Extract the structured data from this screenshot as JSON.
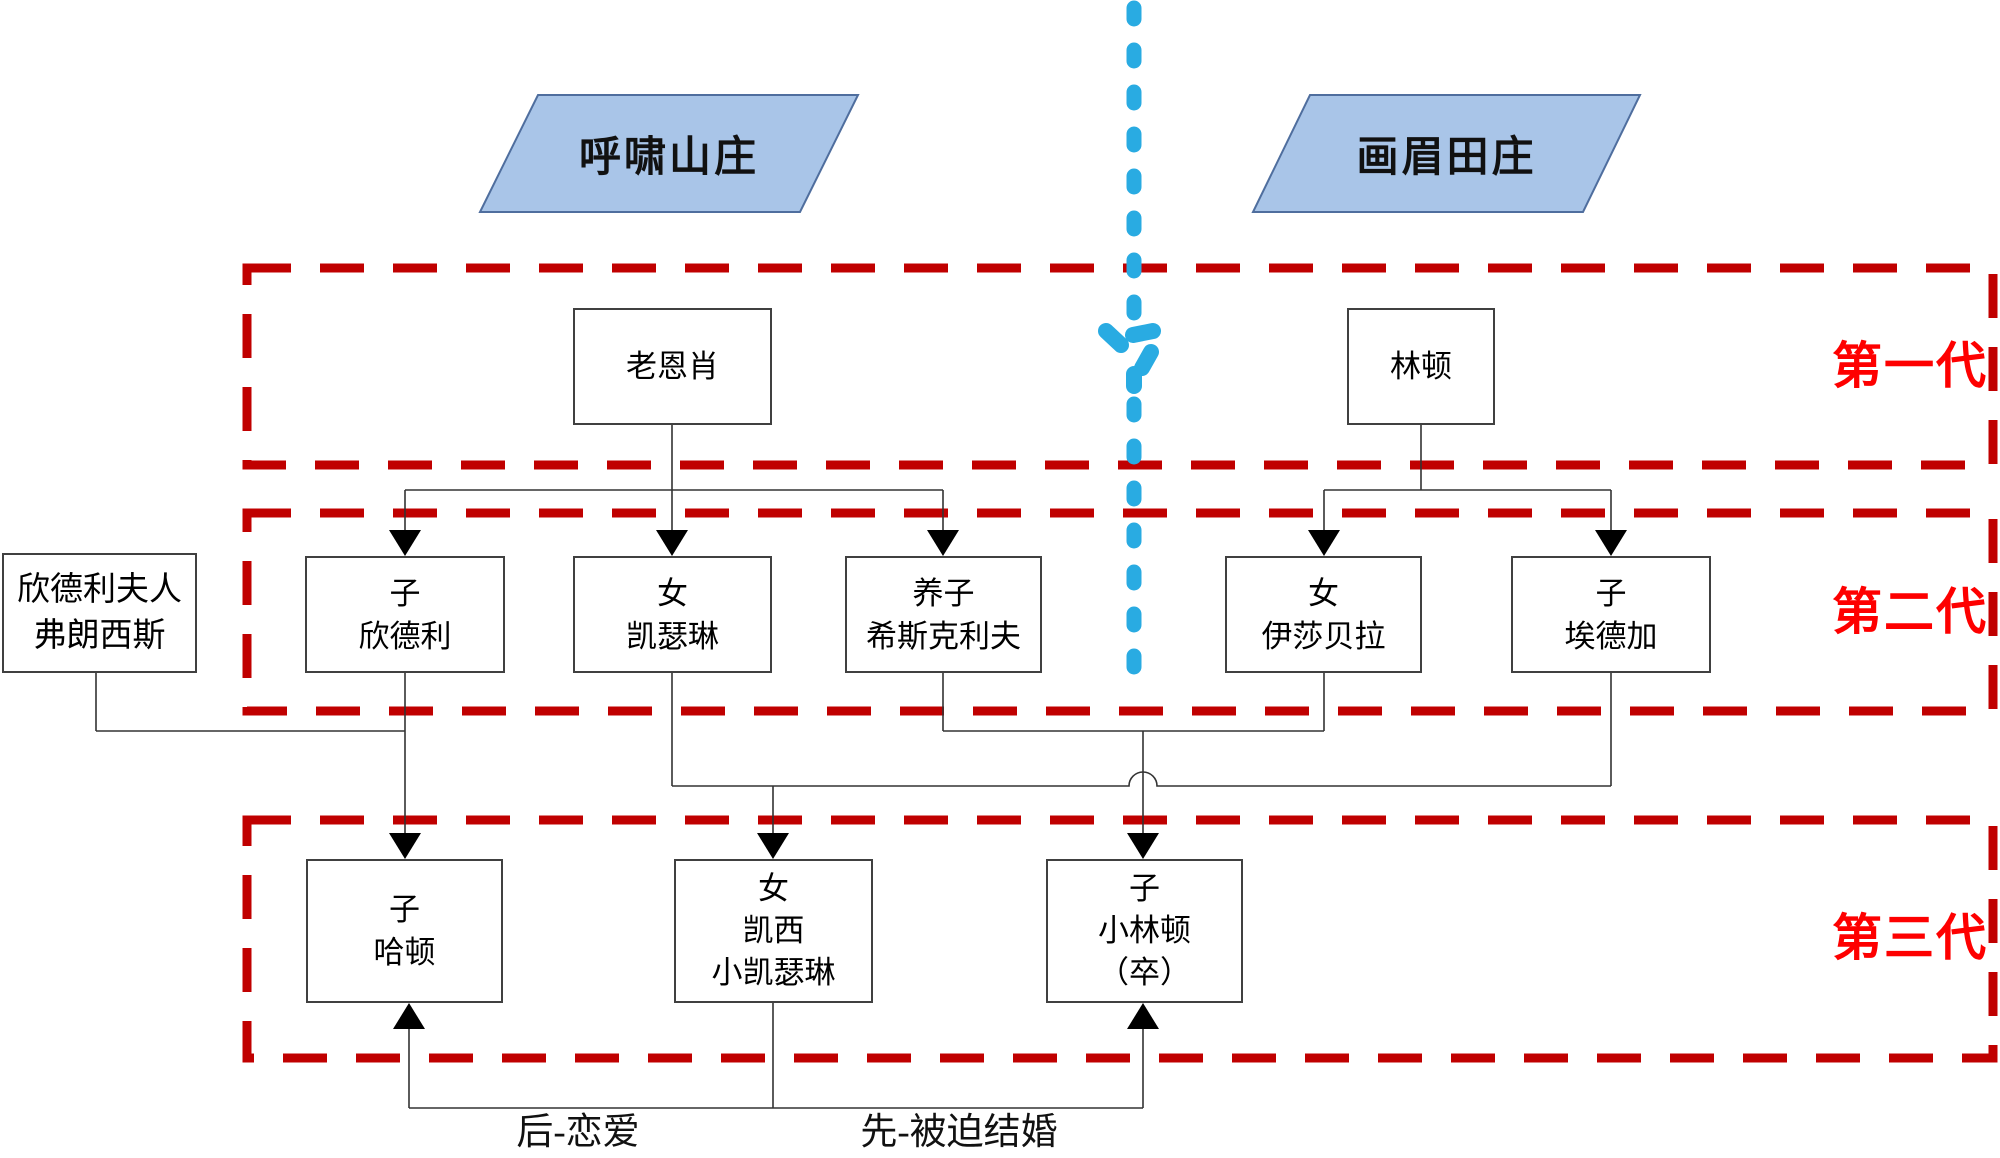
{
  "houses": {
    "left_label": "呼啸山庄",
    "right_label": "画眉田庄"
  },
  "generation_labels": {
    "gen1": "第一代",
    "gen2": "第二代",
    "gen3": "第三代"
  },
  "nodes": {
    "earnshaw": "老恩肖",
    "linton": "林顿",
    "frances": "欣德利夫人\n弗朗西斯",
    "hindley": "子\n欣德利",
    "catherine": "女\n凯瑟琳",
    "heathcliff": "养子\n希斯克利夫",
    "isabella": "女\n伊莎贝拉",
    "edgar": "子\n埃德加",
    "hareton": "子\n哈顿",
    "cathy": "女\n凯西\n小凯瑟琳",
    "linton_junior": "子\n小林顿\n（卒）"
  },
  "edge_labels": {
    "love_later": "后-恋爱",
    "forced_marriage_first": "先-被迫结婚"
  },
  "colors": {
    "divider_blue": "#29ABE2",
    "generation_dash_red": "#C00000",
    "generation_label_red": "#FE0000",
    "house_fill_blue": "#A9C5E8",
    "house_border_blue": "#4F6E9E",
    "connector_black": "#333333",
    "node_border_gray": "#404040"
  }
}
